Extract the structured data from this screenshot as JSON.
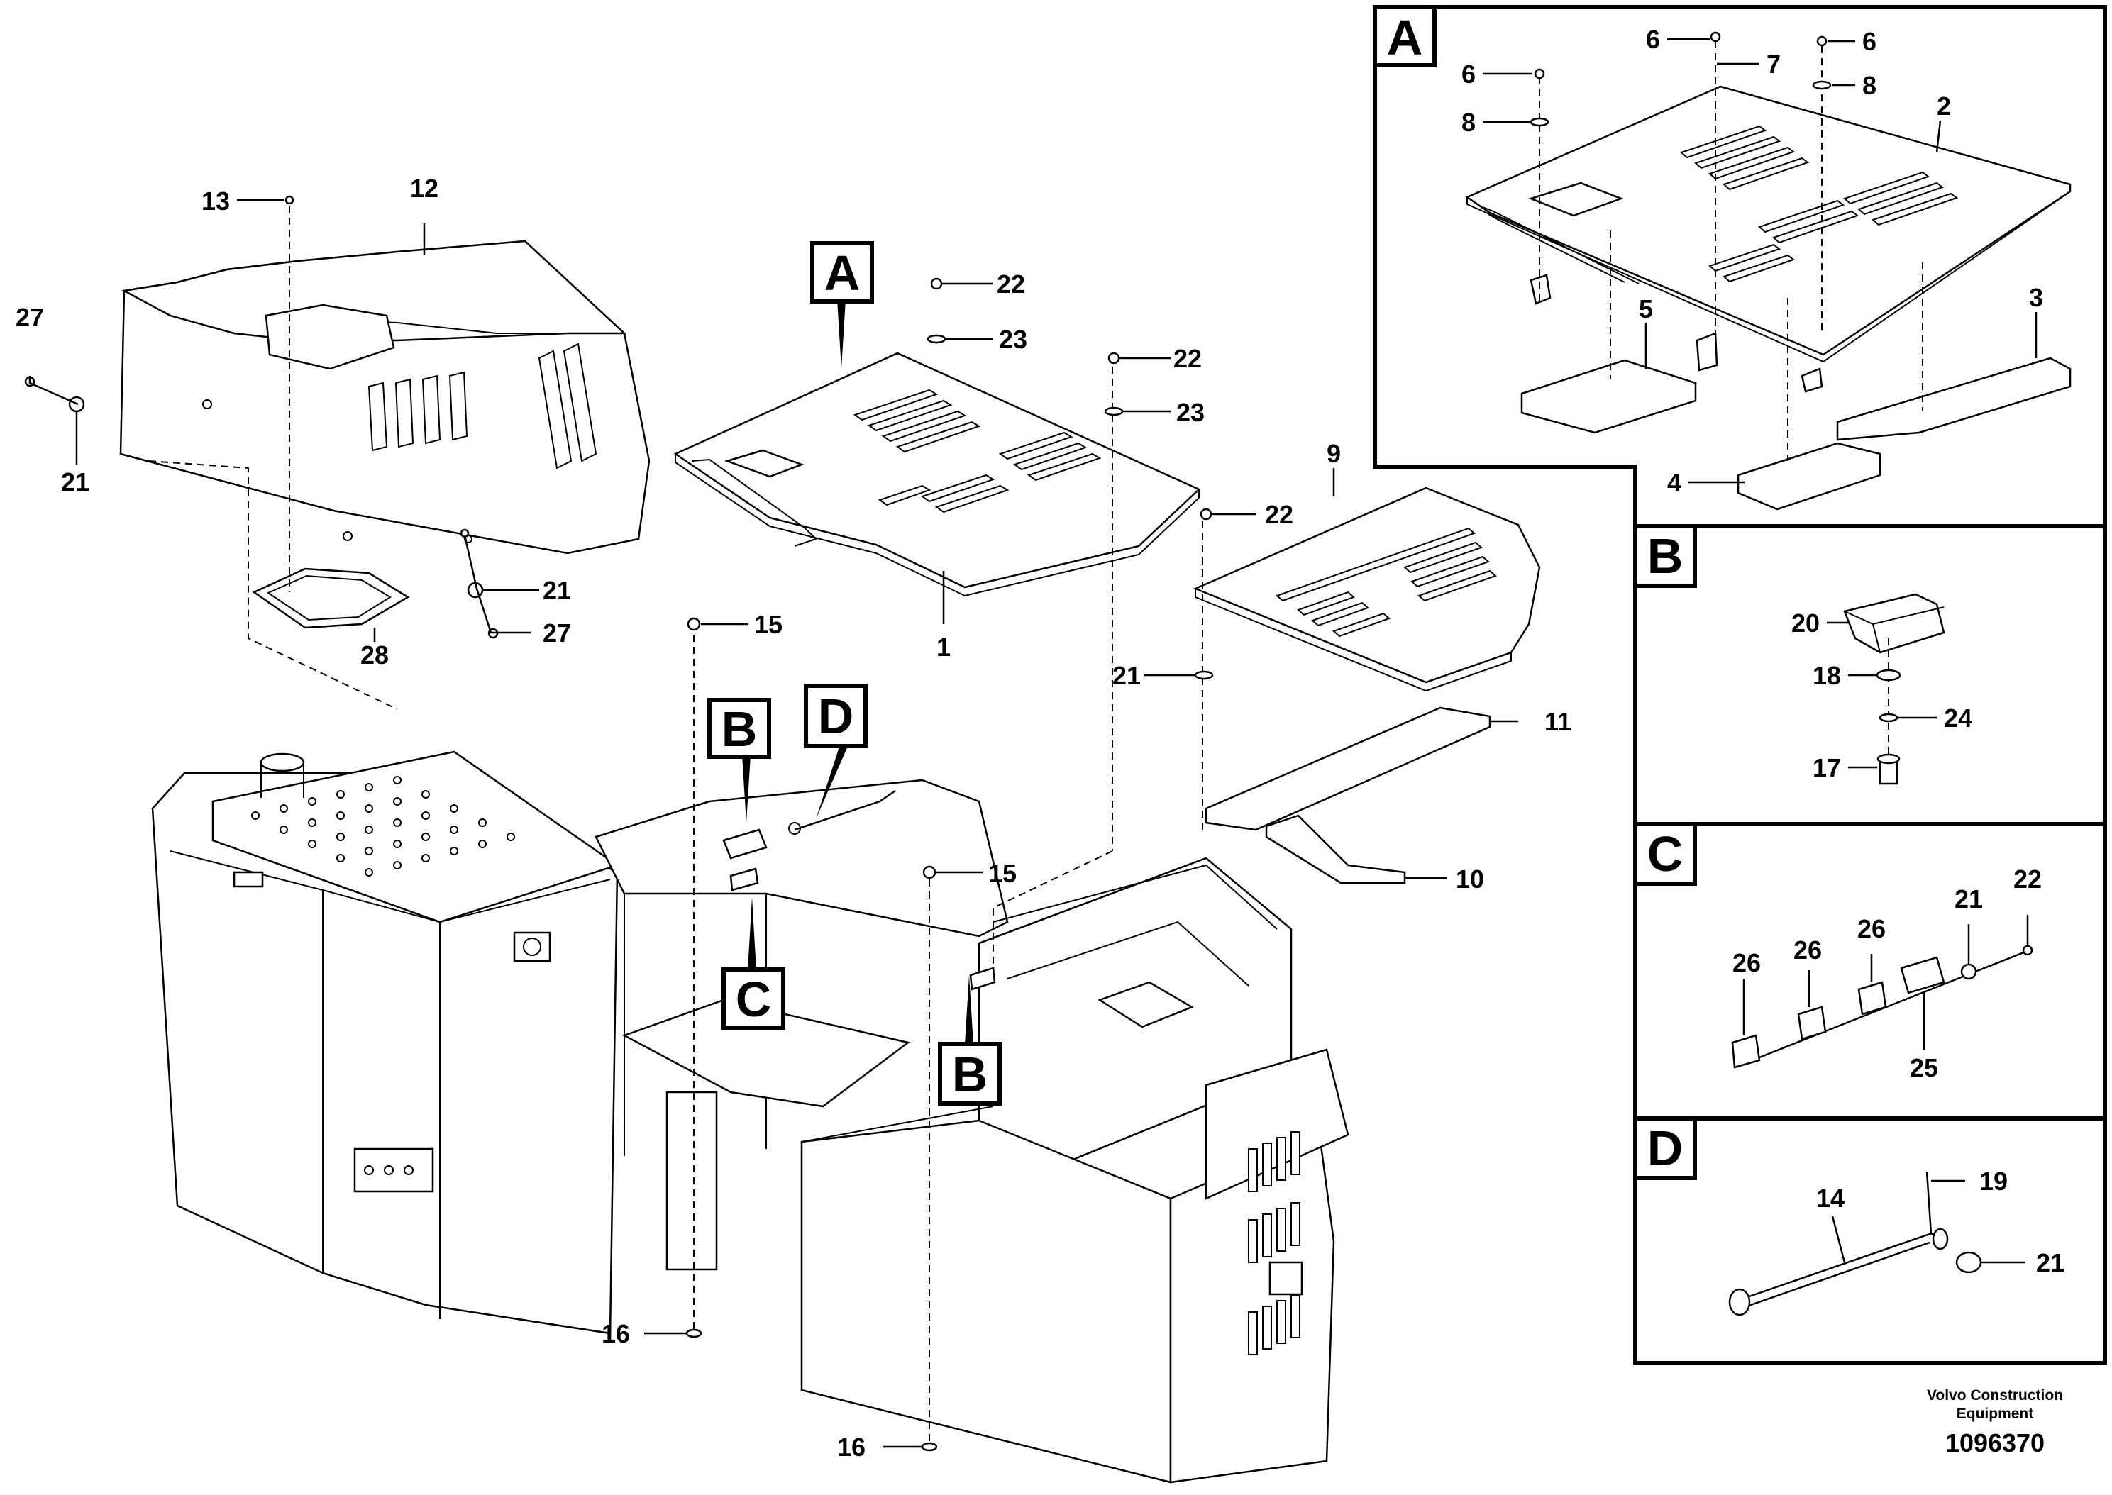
{
  "labels": {
    "l1": "1",
    "l2": "2",
    "l3": "3",
    "l4": "4",
    "l5": "5",
    "l6": "6",
    "l7": "7",
    "l8": "8",
    "l9": "9",
    "l10": "10",
    "l11": "11",
    "l12": "12",
    "l13": "13",
    "l14": "14",
    "l15": "15",
    "l16": "16",
    "l17": "17",
    "l18": "18",
    "l19": "19",
    "l20": "20",
    "l21": "21",
    "l22": "22",
    "l23": "23",
    "l24": "24",
    "l25": "25",
    "l26": "26",
    "l27": "27",
    "l28": "28"
  },
  "callouts": {
    "a": "A",
    "b": "B",
    "c": "C",
    "d": "D"
  },
  "footer": {
    "company_line1": "Volvo Construction",
    "company_line2": "Equipment",
    "doc_number": "1096370"
  }
}
